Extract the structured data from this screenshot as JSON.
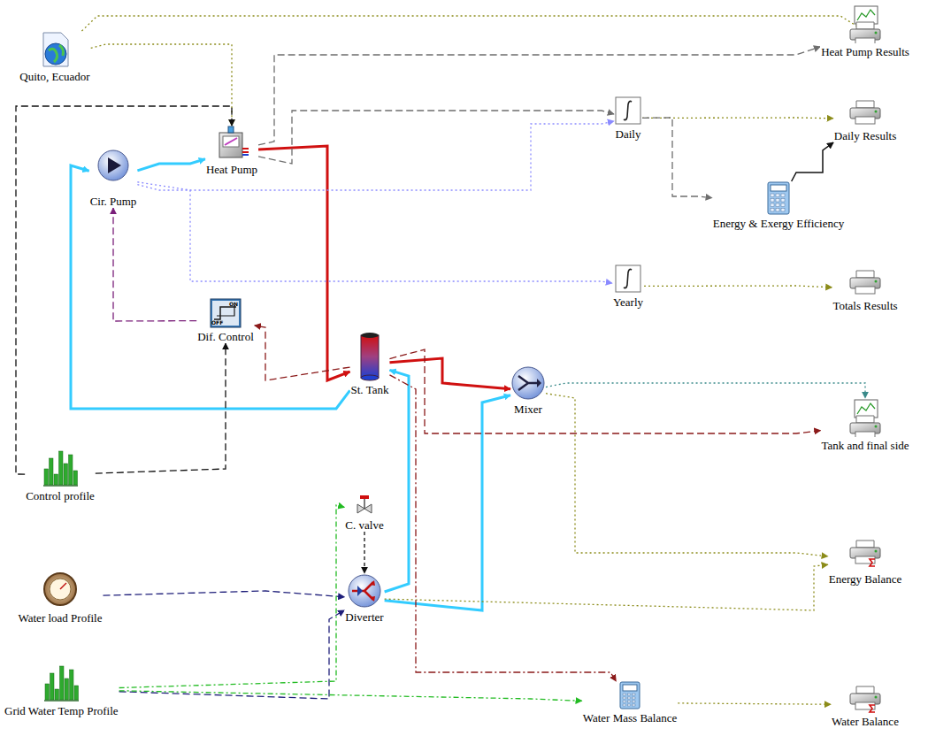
{
  "diagram": {
    "nodes": [
      {
        "text": [
          "Quito, Ecuador"
        ]
      },
      {
        "text": [
          "Heat Pump Results"
        ]
      },
      {
        "text": [
          "Heat Pump"
        ]
      },
      {
        "text": [
          "Daily"
        ]
      },
      {
        "text": [
          "Daily Results"
        ]
      },
      {
        "text": [
          "Cir. Pump"
        ]
      },
      {
        "text": [
          "Energy & Exergy Efficiency"
        ]
      },
      {
        "text": [
          "Yearly"
        ]
      },
      {
        "text": [
          "Totals Results"
        ]
      },
      {
        "text": [
          "Dif. Control"
        ]
      },
      {
        "text": [
          "St. Tank"
        ]
      },
      {
        "text": [
          "Mixer"
        ]
      },
      {
        "text": [
          "Tank and final side"
        ]
      },
      {
        "text": [
          "Control profile"
        ]
      },
      {
        "text": [
          "C. valve"
        ]
      },
      {
        "text": [
          "Energy Balance"
        ]
      },
      {
        "text": [
          "Water load Profile"
        ]
      },
      {
        "text": [
          "Diverter"
        ]
      },
      {
        "text": [
          "Grid Water Temp Profile"
        ]
      },
      {
        "text": [
          "Water Mass Balance"
        ]
      },
      {
        "text": [
          "Water Balance"
        ]
      }
    ],
    "edges": [
      {
        "from": 2,
        "to": 10,
        "arrow": "to"
      },
      {
        "from": 10,
        "to": 5,
        "arrow": "to"
      },
      {
        "from": 5,
        "to": 2,
        "arrow": "to"
      },
      {
        "from": 10,
        "to": 11,
        "arrow": "to"
      },
      {
        "from": 17,
        "to": 10,
        "arrow": "to"
      },
      {
        "from": 17,
        "to": 11,
        "arrow": "to"
      },
      {
        "from": 0,
        "to": 1,
        "arrow": "to"
      },
      {
        "from": 0,
        "to": 2,
        "arrow": "to"
      },
      {
        "from": 2,
        "to": 1,
        "arrow": "to"
      },
      {
        "from": 13,
        "to": 9,
        "arrow": "to"
      },
      {
        "from": 13,
        "to": 2,
        "arrow": "to"
      },
      {
        "from": 9,
        "to": 5,
        "arrow": "to"
      },
      {
        "from": 10,
        "to": 9,
        "arrow": "to"
      },
      {
        "from": 16,
        "to": 17,
        "arrow": "to"
      },
      {
        "from": 18,
        "to": 17,
        "arrow": "to"
      },
      {
        "from": 18,
        "to": 14,
        "arrow": "to"
      },
      {
        "from": 18,
        "to": 19,
        "arrow": "to"
      },
      {
        "from": 14,
        "to": 17,
        "arrow": "to"
      },
      {
        "from": 2,
        "to": 3,
        "arrow": "to"
      },
      {
        "from": 5,
        "to": 7,
        "arrow": "to"
      },
      {
        "from": 5,
        "to": 3,
        "arrow": "to"
      },
      {
        "from": 3,
        "to": 4,
        "arrow": "to"
      },
      {
        "from": 3,
        "to": 6,
        "arrow": "to"
      },
      {
        "from": 6,
        "to": 4,
        "arrow": "to"
      },
      {
        "from": 7,
        "to": 8,
        "arrow": "to"
      },
      {
        "from": 11,
        "to": 12,
        "arrow": "to"
      },
      {
        "from": 11,
        "to": 15,
        "arrow": "to"
      },
      {
        "from": 10,
        "to": 12,
        "arrow": "to"
      },
      {
        "from": 17,
        "to": 15,
        "arrow": "to"
      },
      {
        "from": 10,
        "to": 19,
        "arrow": "to"
      },
      {
        "from": 19,
        "to": 20,
        "arrow": "to"
      }
    ],
    "labels": [
      "ON",
      "OFF"
    ]
  }
}
